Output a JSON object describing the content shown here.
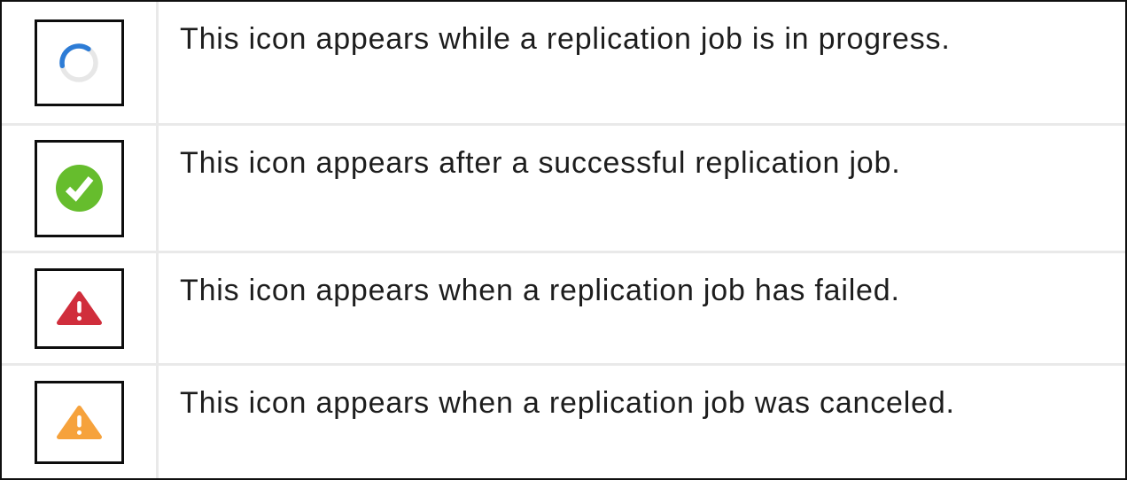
{
  "table": {
    "rows": [
      {
        "icon": "in-progress-spinner-icon",
        "description": "This icon appears while a replication job is in progress."
      },
      {
        "icon": "success-check-icon",
        "description": "This icon appears after a successful replication job."
      },
      {
        "icon": "failed-warning-icon",
        "description": "This icon appears when a replication job has failed."
      },
      {
        "icon": "canceled-warning-icon",
        "description": "This icon appears when a replication job was canceled."
      }
    ]
  },
  "colors": {
    "spinner_blue": "#2d7cd6",
    "spinner_track": "#e7e7e7",
    "success_green": "#66bd2d",
    "check_white": "#ffffff",
    "failed_red": "#d02e3c",
    "canceled_orange": "#f6a23c",
    "exclamation_white": "#ffffff"
  }
}
